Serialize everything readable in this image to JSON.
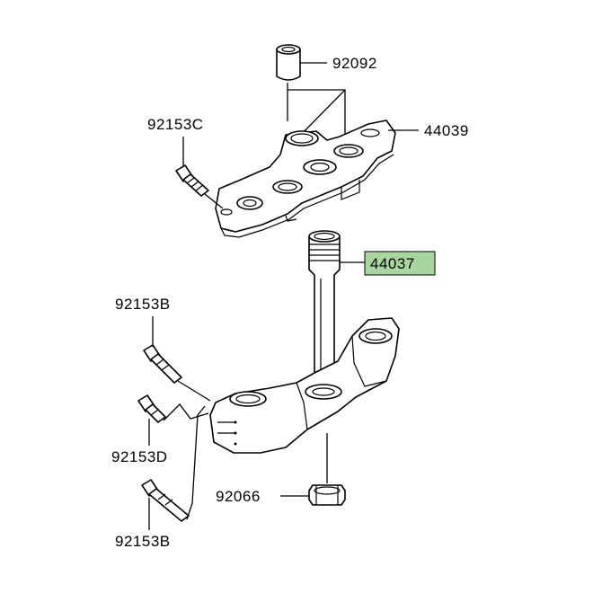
{
  "diagram": {
    "highlight_color": "#a9d6a0",
    "labels": {
      "p92092": "92092",
      "p92153C": "92153C",
      "p44039": "44039",
      "p44037": "44037",
      "p92153B_top": "92153B",
      "p92153D": "92153D",
      "p92066": "92066",
      "p92153B_bottom": "92153B"
    }
  }
}
